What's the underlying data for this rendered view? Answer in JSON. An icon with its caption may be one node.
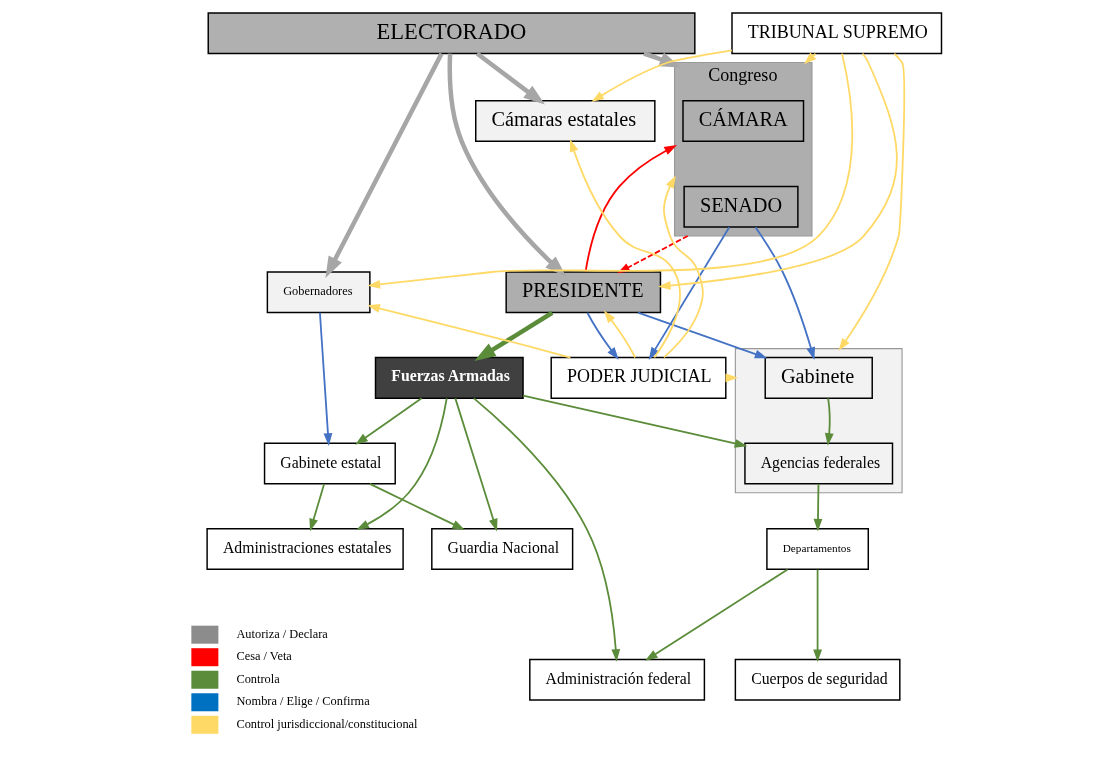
{
  "diagram": {
    "nodes": [
      {
        "text": [
          "ELECTORADO"
        ]
      },
      {
        "text": [
          "Cámaras estatales"
        ]
      },
      {
        "text": [
          "Gobernadores"
        ]
      },
      {
        "text": [
          "Congreso"
        ]
      },
      {
        "text": [
          "CÁMARA"
        ],
        "in": 3
      },
      {
        "text": [
          "SENADO"
        ],
        "in": 3
      },
      {
        "text": [
          "PRESIDENTE"
        ]
      },
      {
        "text": [
          "PODER JUDICIAL"
        ]
      },
      {
        "text": [
          "TRIBUNAL SUPREMO"
        ]
      },
      {
        "text": [],
        "shape": "box"
      },
      {
        "text": [
          "Gabinete"
        ],
        "in": 9
      },
      {
        "text": [
          "Agencias federales"
        ],
        "in": 9
      },
      {
        "text": [
          "Gabinete estatal"
        ]
      },
      {
        "text": [
          "Administraciones estatales"
        ]
      },
      {
        "text": [
          "Guardia Nacional"
        ]
      },
      {
        "text": [
          "Departamentos"
        ]
      },
      {
        "text": [
          "Cuerpos de seguridad"
        ]
      },
      {
        "text": [
          "Fuerzas Armadas"
        ]
      },
      {
        "text": [
          "Administración federal"
        ]
      }
    ],
    "edges": [
      {
        "from": 0,
        "to": 1,
        "arrow": "to",
        "style": "thick",
        "color": "#a6a6a6"
      },
      {
        "from": 0,
        "to": 2,
        "arrow": "to",
        "style": "thick",
        "color": "#a6a6a6"
      },
      {
        "from": 0,
        "to": 3,
        "arrow": "to",
        "style": "thick",
        "color": "#a6a6a6"
      },
      {
        "from": 0,
        "to": 6,
        "arrow": "to",
        "style": "thick",
        "color": "#a6a6a6"
      },
      {
        "from": 7,
        "to": 1,
        "arrow": "to",
        "color": "#ffd966"
      },
      {
        "from": 8,
        "to": 1,
        "arrow": "to",
        "color": "#ffd966"
      },
      {
        "from": 7,
        "to": 2,
        "arrow": "to",
        "color": "#ffd966"
      },
      {
        "from": 8,
        "to": 2,
        "arrow": "to",
        "color": "#ffd966"
      },
      {
        "from": 7,
        "to": 3,
        "arrow": "to",
        "color": "#ffd966"
      },
      {
        "from": 8,
        "to": 3,
        "arrow": "to",
        "color": "#ffd966"
      },
      {
        "from": 7,
        "to": 9,
        "arrow": "to",
        "color": "#ffd966"
      },
      {
        "from": 8,
        "to": 9,
        "arrow": "to",
        "color": "#ffd966"
      },
      {
        "from": 7,
        "to": 6,
        "arrow": "to",
        "color": "#ffd966"
      },
      {
        "from": 8,
        "to": 6,
        "arrow": "to",
        "color": "#ffd966"
      },
      {
        "from": 3,
        "to": 6,
        "arrow": "to",
        "style": "dashed",
        "color": "#ff0000"
      },
      {
        "from": 6,
        "to": 3,
        "arrow": "to",
        "color": "#ff0000"
      },
      {
        "from": 5,
        "to": 7,
        "arrow": "to",
        "color": "#4472c4"
      },
      {
        "from": 6,
        "to": 7,
        "arrow": "to",
        "color": "#4472c4"
      },
      {
        "from": 5,
        "to": 10,
        "arrow": "to",
        "color": "#4472c4"
      },
      {
        "from": 6,
        "to": 10,
        "arrow": "to",
        "color": "#4472c4"
      },
      {
        "from": 2,
        "to": 12,
        "arrow": "to",
        "color": "#4472c4"
      },
      {
        "from": 6,
        "to": 17,
        "arrow": "to",
        "style": "thick"
      },
      {
        "from": 17,
        "to": 12,
        "arrow": "to"
      },
      {
        "from": 10,
        "to": 11,
        "arrow": "to"
      },
      {
        "from": 17,
        "to": 11,
        "arrow": "to"
      },
      {
        "from": 12,
        "to": 13,
        "arrow": "to"
      },
      {
        "from": 12,
        "to": 14,
        "arrow": "to"
      },
      {
        "from": 11,
        "to": 15,
        "arrow": "to"
      },
      {
        "from": 15,
        "to": 16,
        "arrow": "to"
      },
      {
        "from": 15,
        "to": 18,
        "arrow": "to"
      },
      {
        "from": 17,
        "to": 18,
        "arrow": "to"
      },
      {
        "from": 17,
        "to": 13,
        "arrow": "to"
      },
      {
        "from": 17,
        "to": 14,
        "arrow": "to"
      }
    ],
    "legend": [
      {
        "text": "Autoriza / Declara",
        "color": "#8c8c8c"
      },
      {
        "text": "Cesa / Veta",
        "color": "#ff0000"
      },
      {
        "text": "Controla",
        "color": "#5b8c3a"
      },
      {
        "text": "Nombra / Elige / Confirma",
        "color": "#0070c0"
      },
      {
        "text": "Control jurisdiccional/constitucional",
        "color": "#ffd966"
      }
    ]
  }
}
